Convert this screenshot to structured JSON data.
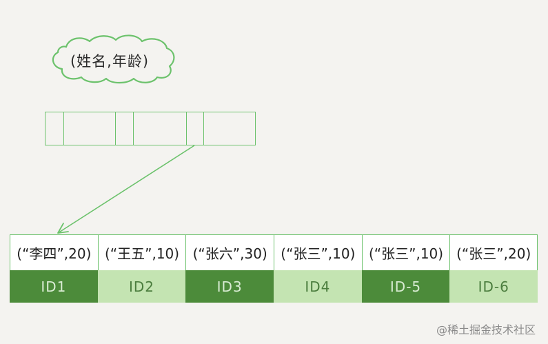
{
  "index_label": "(姓名,年龄)",
  "leaf_entries": [
    {
      "key": "(“李四”,20)",
      "id": "ID1",
      "shade": "dark"
    },
    {
      "key": "(“王五”,10)",
      "id": "ID2",
      "shade": "light"
    },
    {
      "key": "(“张六”,30)",
      "id": "ID3",
      "shade": "dark"
    },
    {
      "key": "(“张三”,10)",
      "id": "ID4",
      "shade": "light"
    },
    {
      "key": "(“张三”,10)",
      "id": "ID-5",
      "shade": "dark"
    },
    {
      "key": "(“张三”,20)",
      "id": "ID-6",
      "shade": "light"
    }
  ],
  "watermark": "@稀土掘金技术社区",
  "colors": {
    "line": "#6cc26c",
    "dark_cell": "#4c8b3a",
    "light_cell": "#c4e4b2",
    "background": "#f4f3f0"
  }
}
